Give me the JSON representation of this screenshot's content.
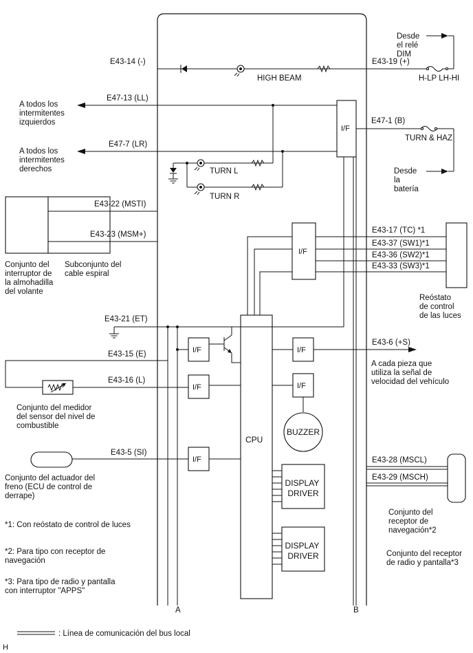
{
  "connectors": {
    "e43_14": "E43-14 (-)",
    "e43_19": "E43-19 (+)",
    "e47_13": "E47-13 (LL)",
    "e47_7": "E47-7 (LR)",
    "e47_1": "E47-1 (B)",
    "e43_22": "E43-22 (MSTI)",
    "e43_23": "E43-23 (MSM+)",
    "e43_17": "E43-17 (TC) *1",
    "e43_37": "E43-37 (SW1)*1",
    "e43_36": "E43-36 (SW2)*1",
    "e43_33": "E43-33 (SW3)*1",
    "e43_21": "E43-21 (ET)",
    "e43_6": "E43-6 (+S)",
    "e43_15": "E43-15 (E)",
    "e43_16": "E43-16 (L)",
    "e43_5": "E43-5 (SI)",
    "e43_28": "E43-28 (MSCL)",
    "e43_29": "E43-29 (MSCH)"
  },
  "labels": {
    "high_beam": "HIGH BEAM",
    "turn_l": "TURN L",
    "turn_r": "TURN R",
    "fuse_hlp": "H-LP LH-HI",
    "fuse_turn": "TURN & HAZ",
    "if": "I/F",
    "cpu": "CPU",
    "buzzer": "BUZZER",
    "display_driver_1a": "DISPLAY",
    "display_driver_1b": "DRIVER",
    "display_driver_2a": "DISPLAY",
    "display_driver_2b": "DRIVER",
    "ground_a": "A",
    "ground_b": "B"
  },
  "texts": {
    "desde_rele": [
      "Desde",
      "el relé",
      "DIM"
    ],
    "todos_izq": [
      "A todos los",
      "intermitentes",
      "izquierdos"
    ],
    "todos_der": [
      "A todos los",
      "intermitentes",
      "derechos"
    ],
    "desde_bateria": [
      "Desde",
      "la",
      "batería"
    ],
    "conj_interruptor": [
      "Conjunto del",
      "interruptor de",
      "la almohadilla",
      "del volante"
    ],
    "subconj_cable": [
      "Subconjunto del",
      "cable espiral"
    ],
    "reostato": [
      "Reóstato",
      "de control",
      "de las luces"
    ],
    "cada_pieza": [
      "A cada pieza que",
      "utiliza la señal de",
      "velocidad del vehículo"
    ],
    "medidor": [
      "Conjunto del medidor",
      "del sensor del nivel de",
      "combustible"
    ],
    "actuador": [
      "Conjunto del actuador del",
      "freno (ECU de control de",
      "derrape)"
    ],
    "receptor_nav": [
      "Conjunto del",
      "receptor de",
      "navegación*2"
    ],
    "receptor_radio": [
      "Conjunto del receptor",
      "de radio y pantalla*3"
    ],
    "note1": [
      "*1: Con reóstato de control de luces"
    ],
    "note2": [
      "*2: Para tipo con receptor de",
      "navegación"
    ],
    "note3": [
      "*3: Para tipo de radio y pantalla",
      "con interruptor \"APPS\""
    ],
    "legend": ": Línea de comunicación del bus local",
    "corner": "H"
  }
}
